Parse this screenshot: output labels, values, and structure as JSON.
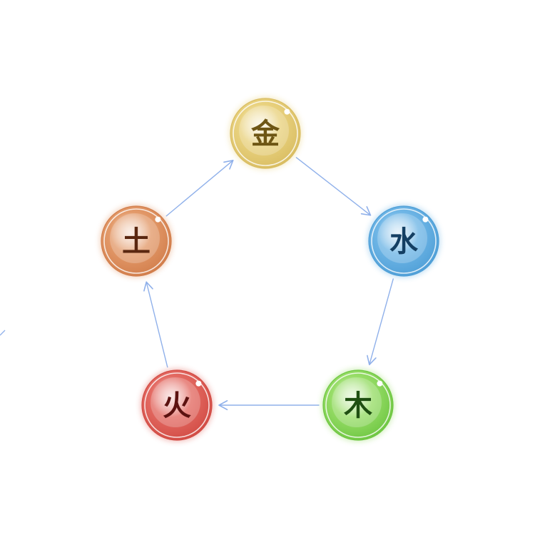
{
  "nodes": [
    {
      "id": "metal",
      "label": "金",
      "fill": "#e9d27f",
      "rim": "#d9bd62",
      "text": "#6e5614"
    },
    {
      "id": "water",
      "label": "水",
      "fill": "#6fb6e6",
      "rim": "#4f9fd7",
      "text": "#143f63"
    },
    {
      "id": "wood",
      "label": "木",
      "fill": "#98dd68",
      "rim": "#6fc743",
      "text": "#1f4f12"
    },
    {
      "id": "fire",
      "label": "火",
      "fill": "#e36a62",
      "rim": "#d24c45",
      "text": "#5c1210"
    },
    {
      "id": "earth",
      "label": "土",
      "fill": "#e39a6a",
      "rim": "#d27e4c",
      "text": "#5a2710"
    }
  ],
  "edges": [
    {
      "from": "earth",
      "to": "metal"
    },
    {
      "from": "metal",
      "to": "water"
    },
    {
      "from": "water",
      "to": "wood"
    },
    {
      "from": "wood",
      "to": "fire"
    },
    {
      "from": "fire",
      "to": "earth"
    }
  ],
  "colors": {
    "arrow": "#8fb0ea"
  }
}
